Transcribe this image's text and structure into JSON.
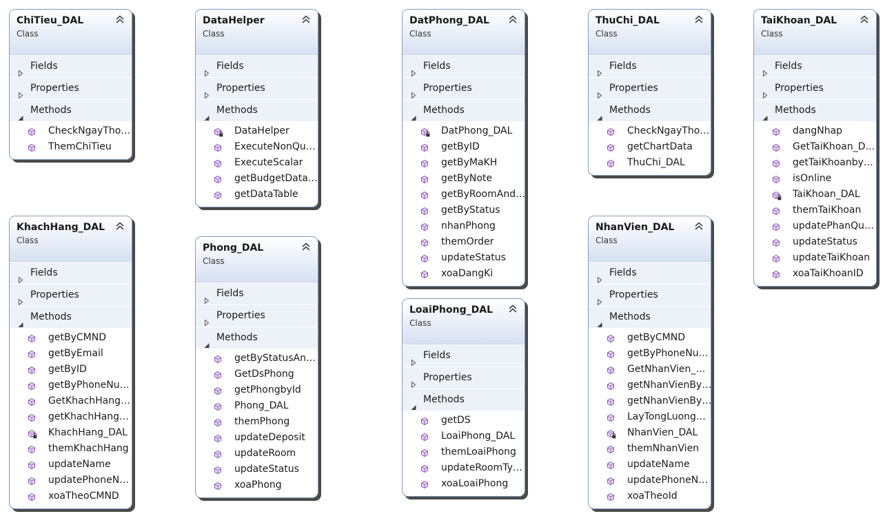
{
  "classes": [
    {
      "name": "ChiTieu_DAL",
      "kind": "Class",
      "sections": {
        "fields": "Fields",
        "properties": "Properties",
        "methods": "Methods"
      },
      "methods": [
        {
          "label": "CheckNgayTho…",
          "private": false
        },
        {
          "label": "ThemChiTieu",
          "private": false
        }
      ]
    },
    {
      "name": "DataHelper",
      "kind": "Class",
      "sections": {
        "fields": "Fields",
        "properties": "Properties",
        "methods": "Methods"
      },
      "methods": [
        {
          "label": "DataHelper",
          "private": true
        },
        {
          "label": "ExecuteNonQu…",
          "private": false
        },
        {
          "label": "ExecuteScalar",
          "private": false
        },
        {
          "label": "getBudgetData…",
          "private": false
        },
        {
          "label": "getDataTable",
          "private": false
        }
      ]
    },
    {
      "name": "DatPhong_DAL",
      "kind": "Class",
      "sections": {
        "fields": "Fields",
        "properties": "Properties",
        "methods": "Methods"
      },
      "methods": [
        {
          "label": "DatPhong_DAL",
          "private": true
        },
        {
          "label": "getByID",
          "private": false
        },
        {
          "label": "getByMaKH",
          "private": false
        },
        {
          "label": "getByNote",
          "private": false
        },
        {
          "label": "getByRoomAnd…",
          "private": false
        },
        {
          "label": "getByStatus",
          "private": false
        },
        {
          "label": "nhanPhong",
          "private": false
        },
        {
          "label": "themOrder",
          "private": false
        },
        {
          "label": "updateStatus",
          "private": false
        },
        {
          "label": "xoaDangKi",
          "private": false
        }
      ]
    },
    {
      "name": "ThuChi_DAL",
      "kind": "Class",
      "sections": {
        "fields": "Fields",
        "properties": "Properties",
        "methods": "Methods"
      },
      "methods": [
        {
          "label": "CheckNgayTho…",
          "private": false
        },
        {
          "label": "getChartData",
          "private": false
        },
        {
          "label": "ThuChi_DAL",
          "private": false
        }
      ]
    },
    {
      "name": "TaiKhoan_DAL",
      "kind": "Class",
      "sections": {
        "fields": "Fields",
        "properties": "Properties",
        "methods": "Methods"
      },
      "methods": [
        {
          "label": "dangNhap",
          "private": false
        },
        {
          "label": "GetTaiKhoan_D…",
          "private": false
        },
        {
          "label": "getTaiKhoanby…",
          "private": false
        },
        {
          "label": "isOnline",
          "private": false
        },
        {
          "label": "TaiKhoan_DAL",
          "private": true
        },
        {
          "label": "themTaiKhoan",
          "private": false
        },
        {
          "label": "updatePhanQu…",
          "private": false
        },
        {
          "label": "updateStatus",
          "private": false
        },
        {
          "label": "updateTaiKhoan",
          "private": false
        },
        {
          "label": "xoaTaiKhoanID",
          "private": false
        }
      ]
    },
    {
      "name": "KhachHang_DAL",
      "kind": "Class",
      "sections": {
        "fields": "Fields",
        "properties": "Properties",
        "methods": "Methods"
      },
      "methods": [
        {
          "label": "getByCMND",
          "private": false
        },
        {
          "label": "getByEmail",
          "private": false
        },
        {
          "label": "getByID",
          "private": false
        },
        {
          "label": "getByPhoneNu…",
          "private": false
        },
        {
          "label": "GetKhachHang…",
          "private": false
        },
        {
          "label": "getKhachHang…",
          "private": false
        },
        {
          "label": "KhachHang_DAL",
          "private": true
        },
        {
          "label": "themKhachHang",
          "private": false
        },
        {
          "label": "updateName",
          "private": false
        },
        {
          "label": "updatePhoneN…",
          "private": false
        },
        {
          "label": "xoaTheoCMND",
          "private": false
        }
      ]
    },
    {
      "name": "Phong_DAL",
      "kind": "Class",
      "sections": {
        "fields": "Fields",
        "properties": "Properties",
        "methods": "Methods"
      },
      "methods": [
        {
          "label": "getByStatusAn…",
          "private": false
        },
        {
          "label": "GetDsPhong",
          "private": false
        },
        {
          "label": "getPhongbyId",
          "private": false
        },
        {
          "label": "Phong_DAL",
          "private": false
        },
        {
          "label": "themPhong",
          "private": false
        },
        {
          "label": "updateDeposit",
          "private": false
        },
        {
          "label": "updateRoom",
          "private": false
        },
        {
          "label": "updateStatus",
          "private": false
        },
        {
          "label": "xoaPhong",
          "private": false
        }
      ]
    },
    {
      "name": "LoaiPhong_DAL",
      "kind": "Class",
      "sections": {
        "fields": "Fields",
        "properties": "Properties",
        "methods": "Methods"
      },
      "methods": [
        {
          "label": "getDS",
          "private": false
        },
        {
          "label": "LoaiPhong_DAL",
          "private": false
        },
        {
          "label": "themLoaiPhong",
          "private": false
        },
        {
          "label": "updateRoomTy…",
          "private": false
        },
        {
          "label": "xoaLoaiPhong",
          "private": false
        }
      ]
    },
    {
      "name": "NhanVien_DAL",
      "kind": "Class",
      "sections": {
        "fields": "Fields",
        "properties": "Properties",
        "methods": "Methods"
      },
      "methods": [
        {
          "label": "getByCMND",
          "private": false
        },
        {
          "label": "getByPhoneNu…",
          "private": false
        },
        {
          "label": "GetNhanVien_…",
          "private": false
        },
        {
          "label": "getNhanVienBy…",
          "private": false
        },
        {
          "label": "getNhanVienBy…",
          "private": false
        },
        {
          "label": "LayTongLuong…",
          "private": false
        },
        {
          "label": "NhanVien_DAL",
          "private": true
        },
        {
          "label": "themNhanVien",
          "private": false
        },
        {
          "label": "updateName",
          "private": false
        },
        {
          "label": "updatePhoneN…",
          "private": false
        },
        {
          "label": "xoaTheoId",
          "private": false
        }
      ]
    }
  ]
}
